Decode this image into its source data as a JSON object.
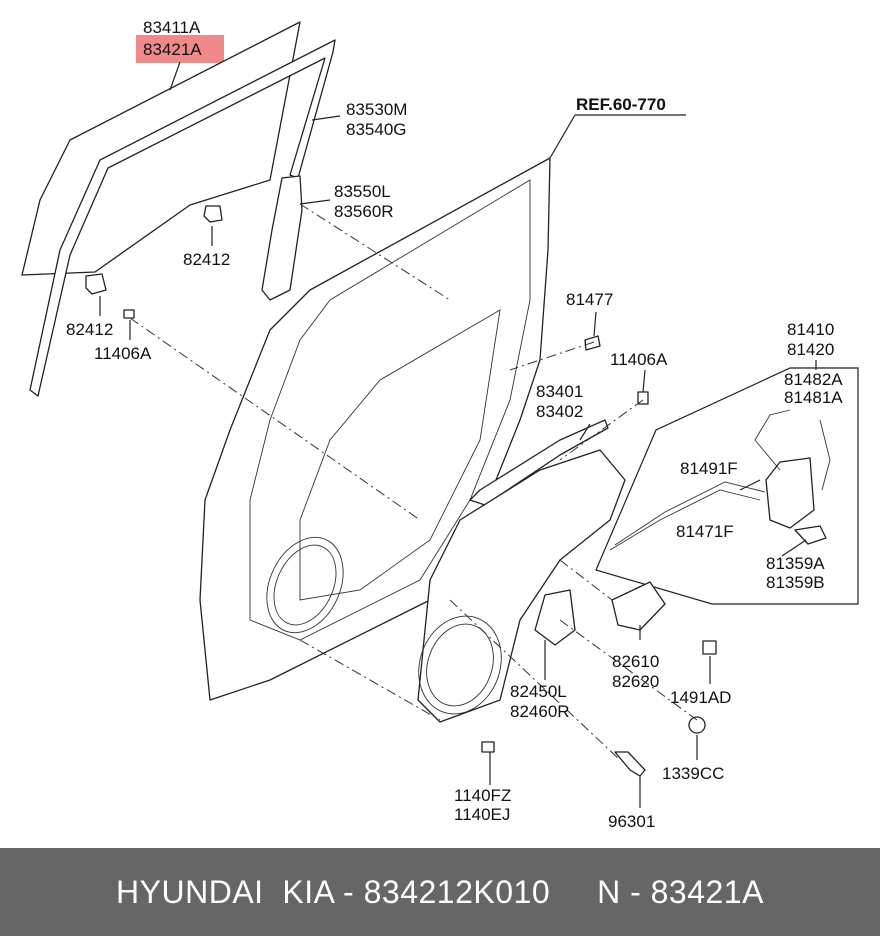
{
  "diagram": {
    "ref": "REF.60-770",
    "labels": {
      "l83411a": "83411A",
      "l83421a": "83421A",
      "l83530m": "83530M",
      "l83540g": "83540G",
      "l83550l": "83550L",
      "l83560r": "83560R",
      "l82412a": "82412",
      "l82412b": "82412",
      "l11406a_1": "11406A",
      "l81477": "81477",
      "l11406a_2": "11406A",
      "l83401": "83401",
      "l83402": "83402",
      "l81410": "81410",
      "l81420": "81420",
      "l81482a": "81482A",
      "l81481a": "81481A",
      "l81491f": "81491F",
      "l81471f": "81471F",
      "l81359a": "81359A",
      "l81359b": "81359B",
      "l82610": "82610",
      "l82620": "82620",
      "l1491ad": "1491AD",
      "l82450l": "82450L",
      "l82460r": "82460R",
      "l1339cc": "1339CC",
      "l1140fz": "1140FZ",
      "l1140ej": "1140EJ",
      "l96301": "96301"
    },
    "highlight_color": "#f08a8a"
  },
  "footer": {
    "text": "HYUNDAI  KIA - 834212K010     N - 83421A",
    "background": "#666666"
  }
}
